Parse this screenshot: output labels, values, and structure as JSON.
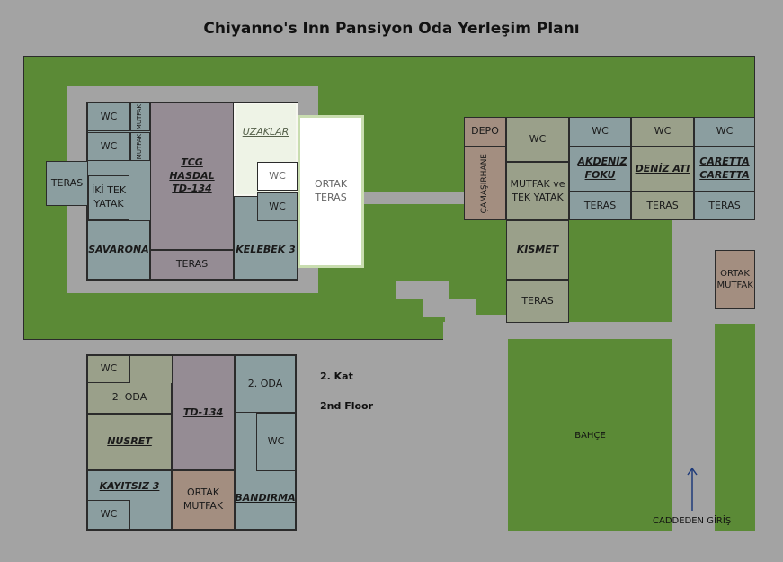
{
  "title": "Chiyanno's Inn Pansiyon Oda Yerleşim Planı",
  "labels": {
    "wc": "WC",
    "teras": "TERAS",
    "mutfak_small": "MUTFAK",
    "iki_tek_yatak": "İKİ TEK YATAK",
    "savarona": "SAVARONA",
    "tcg_hasdal": "TCG HASDAL TD-134",
    "uzaklar": "UZAKLAR",
    "kelebek": "KELEBEK 3",
    "ortak_teras": "ORTAK TERAS",
    "depo": "DEPO",
    "camasirhane": "ÇAMAŞIRHANE",
    "mutfak_tek_yatak": "MUTFAK ve TEK YATAK",
    "kismet": "KISMET",
    "akdeniz": "AKDENİZ FOKU",
    "deniz_ati": "DENİZ ATI",
    "caretta": "CARETTA CARETTA",
    "ortak_mutfak": "ORTAK MUTFAK",
    "iki_oda": "2. ODA",
    "nusret": "NUSRET",
    "td134": "TD-134",
    "kayitsiz": "KAYITSIZ 3",
    "bandirma": "BANDIRMA",
    "kat": "2. Kat",
    "floor": "2nd Floor",
    "bahce": "BAHÇE",
    "entrance": "CADDEDEN GİRİŞ"
  },
  "colors": {
    "grass": "#5b8a36",
    "slate": "#8b9ea0",
    "olive": "#9aa08a",
    "mauve": "#958c94",
    "brown": "#a38e80",
    "path": "#a3a3a3"
  }
}
